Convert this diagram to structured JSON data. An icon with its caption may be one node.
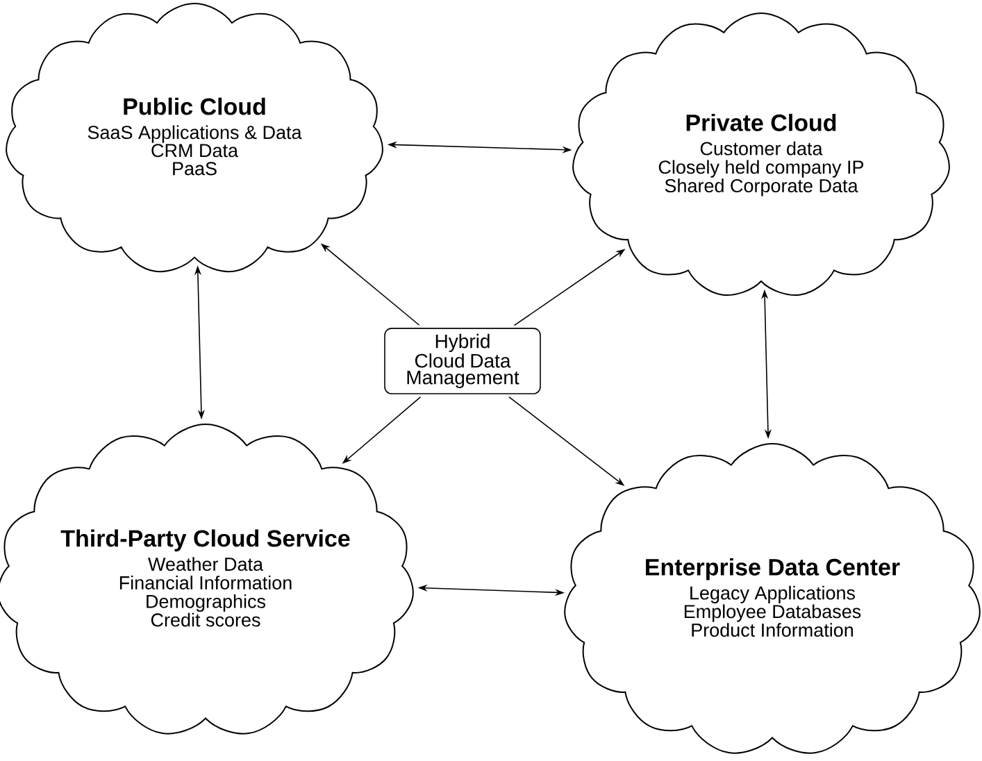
{
  "diagram": {
    "nodes": [
      {
        "text": [
          "Public Cloud",
          "SaaS Applications & Data",
          "CRM Data",
          "PaaS"
        ]
      },
      {
        "text": [
          "Private Cloud",
          "Customer data",
          "Closely held company IP",
          "Shared Corporate Data"
        ]
      },
      {
        "text": [
          "Hybrid Cloud Data Management"
        ]
      },
      {
        "text": [
          "Third-Party Cloud Service",
          "Weather Data",
          "Financial Information",
          "Demographics",
          "Credit scores"
        ]
      },
      {
        "text": [
          "Enterprise Data Center",
          "Legacy Applications",
          "Employee Databases",
          "Product Information"
        ]
      }
    ],
    "edges": [
      {
        "from": 0,
        "to": 1,
        "arrow": "both"
      },
      {
        "from": 0,
        "to": 3,
        "arrow": "both"
      },
      {
        "from": 1,
        "to": 4,
        "arrow": "both"
      },
      {
        "from": 3,
        "to": 4,
        "arrow": "both"
      },
      {
        "from": 2,
        "to": 0,
        "arrow": "to"
      },
      {
        "from": 2,
        "to": 1,
        "arrow": "to"
      },
      {
        "from": 2,
        "to": 3,
        "arrow": "to"
      },
      {
        "from": 2,
        "to": 4,
        "arrow": "to"
      }
    ]
  }
}
